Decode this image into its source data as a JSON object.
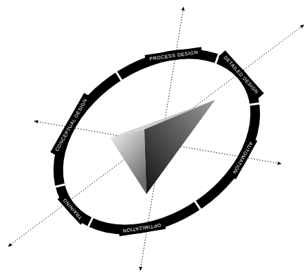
{
  "diagram": {
    "nodes": [
      {
        "text": [
          "PROCESS DESIGN"
        ]
      },
      {
        "text": [
          "DETAILED DESIGN"
        ]
      },
      {
        "text": [
          "AUTOMATION"
        ]
      },
      {
        "text": [
          "OPTIMIZATION"
        ]
      },
      {
        "text": [
          "TRAINING"
        ]
      },
      {
        "text": [
          "CONCEPTUAL DESIGN"
        ]
      }
    ]
  }
}
